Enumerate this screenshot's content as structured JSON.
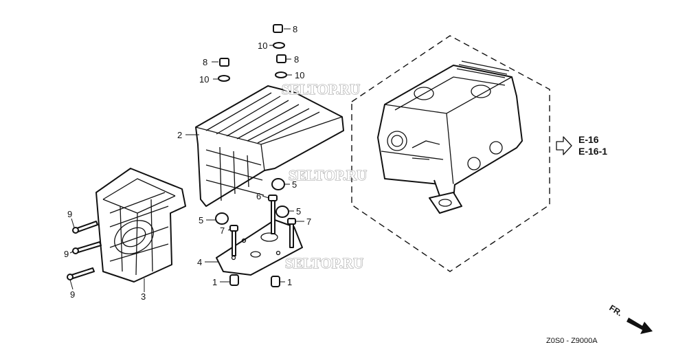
{
  "callouts": {
    "c1a": "1",
    "c1b": "1",
    "c2": "2",
    "c3": "3",
    "c4": "4",
    "c5a": "5",
    "c5b": "5",
    "c5c": "5",
    "c6": "6",
    "c7a": "7",
    "c7b": "7",
    "c8a": "8",
    "c8b": "8",
    "c8c": "8",
    "c9a": "9",
    "c9b": "9",
    "c9c": "9",
    "c10a": "10",
    "c10b": "10",
    "c10c": "10"
  },
  "references": {
    "ref1": "E-16",
    "ref2": "E-16-1"
  },
  "watermarks": [
    "SELTOP.RU",
    "SELTOP.RU",
    "SELTOP.RU"
  ],
  "direction": {
    "label": "FR."
  },
  "drawing_code": "Z0S0 - Z9000A"
}
